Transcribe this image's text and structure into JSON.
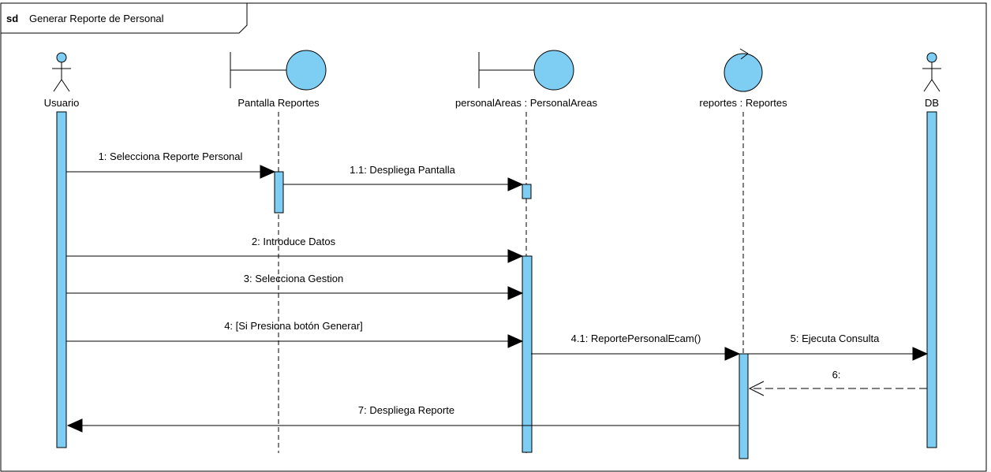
{
  "frame": {
    "keyword": "sd",
    "title": "Generar Reporte de Personal"
  },
  "colors": {
    "element_fill": "#7ecef4",
    "line": "#000000",
    "frame_border": "#000000"
  },
  "participants": [
    {
      "id": "usuario",
      "kind": "actor",
      "icon": "actor-icon",
      "label": "Usuario"
    },
    {
      "id": "pantalla",
      "kind": "boundary",
      "icon": "boundary-icon",
      "label": "Pantalla Reportes"
    },
    {
      "id": "personalAreas",
      "kind": "boundary",
      "icon": "boundary-icon",
      "label": "personalAreas : PersonalAreas"
    },
    {
      "id": "reportes",
      "kind": "control",
      "icon": "control-icon",
      "label": "reportes : Reportes"
    },
    {
      "id": "db",
      "kind": "actor",
      "icon": "actor-icon",
      "label": "DB"
    }
  ],
  "messages": [
    {
      "id": "m1",
      "label": "1: Selecciona Reporte Personal",
      "from": "usuario",
      "to": "pantalla",
      "type": "sync"
    },
    {
      "id": "m11",
      "label": "1.1: Despliega Pantalla",
      "from": "pantalla",
      "to": "personalAreas",
      "type": "sync"
    },
    {
      "id": "m2",
      "label": "2: Introduce Datos",
      "from": "usuario",
      "to": "personalAreas",
      "type": "sync"
    },
    {
      "id": "m3",
      "label": "3: Selecciona Gestion",
      "from": "usuario",
      "to": "personalAreas",
      "type": "sync"
    },
    {
      "id": "m4",
      "label": "4: [Si Presiona botón  Generar]",
      "from": "usuario",
      "to": "personalAreas",
      "type": "sync"
    },
    {
      "id": "m41",
      "label": "4.1: ReportePersonalEcam()",
      "from": "personalAreas",
      "to": "reportes",
      "type": "sync"
    },
    {
      "id": "m5",
      "label": "5: Ejecuta Consulta",
      "from": "reportes",
      "to": "db",
      "type": "sync"
    },
    {
      "id": "m6",
      "label": "6:",
      "from": "db",
      "to": "reportes",
      "type": "return"
    },
    {
      "id": "m7",
      "label": "7: Despliega Reporte",
      "from": "reportes",
      "to": "usuario",
      "type": "sync"
    }
  ]
}
